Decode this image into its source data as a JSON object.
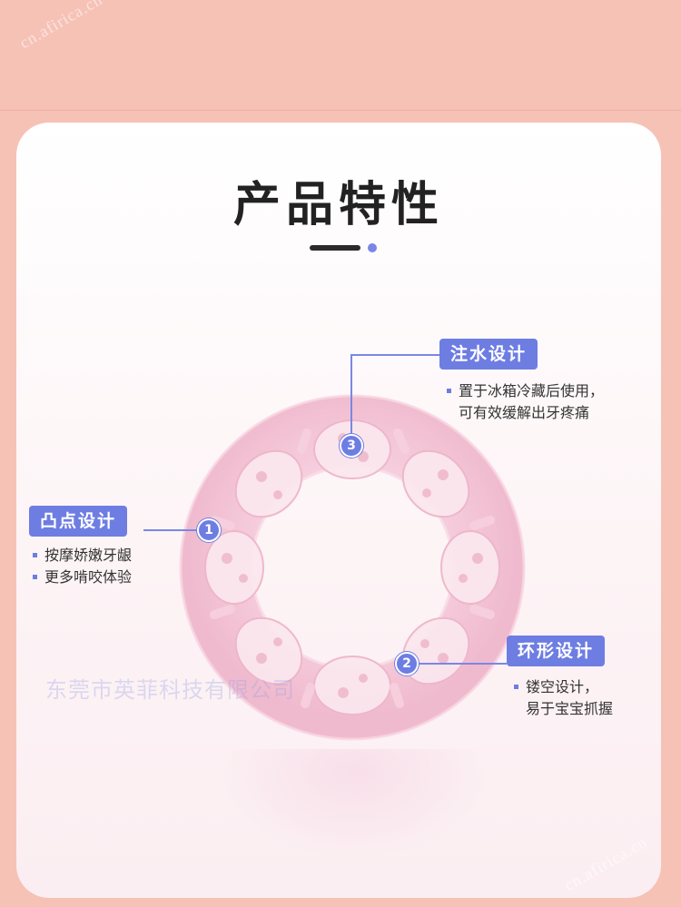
{
  "watermark_site": "cn.afirica.cn",
  "title": "产品特性",
  "company_watermark": "东莞市英菲科技有限公司",
  "features": [
    {
      "number": "3",
      "name": "注水设计",
      "lines": [
        "置于冰箱冷藏后使用，",
        "可有效缓解出牙疼痛"
      ]
    },
    {
      "number": "1",
      "name": "凸点设计",
      "lines": [
        "按摩娇嫩牙龈",
        "更多啃咬体验"
      ]
    },
    {
      "number": "2",
      "name": "环形设计",
      "lines": [
        "镂空设计，",
        "易于宝宝抓握"
      ]
    }
  ],
  "colors": {
    "background": "#f6c2b6",
    "accent": "#6e7de2",
    "title_text": "#222222",
    "ring": "#f4c6d8"
  }
}
